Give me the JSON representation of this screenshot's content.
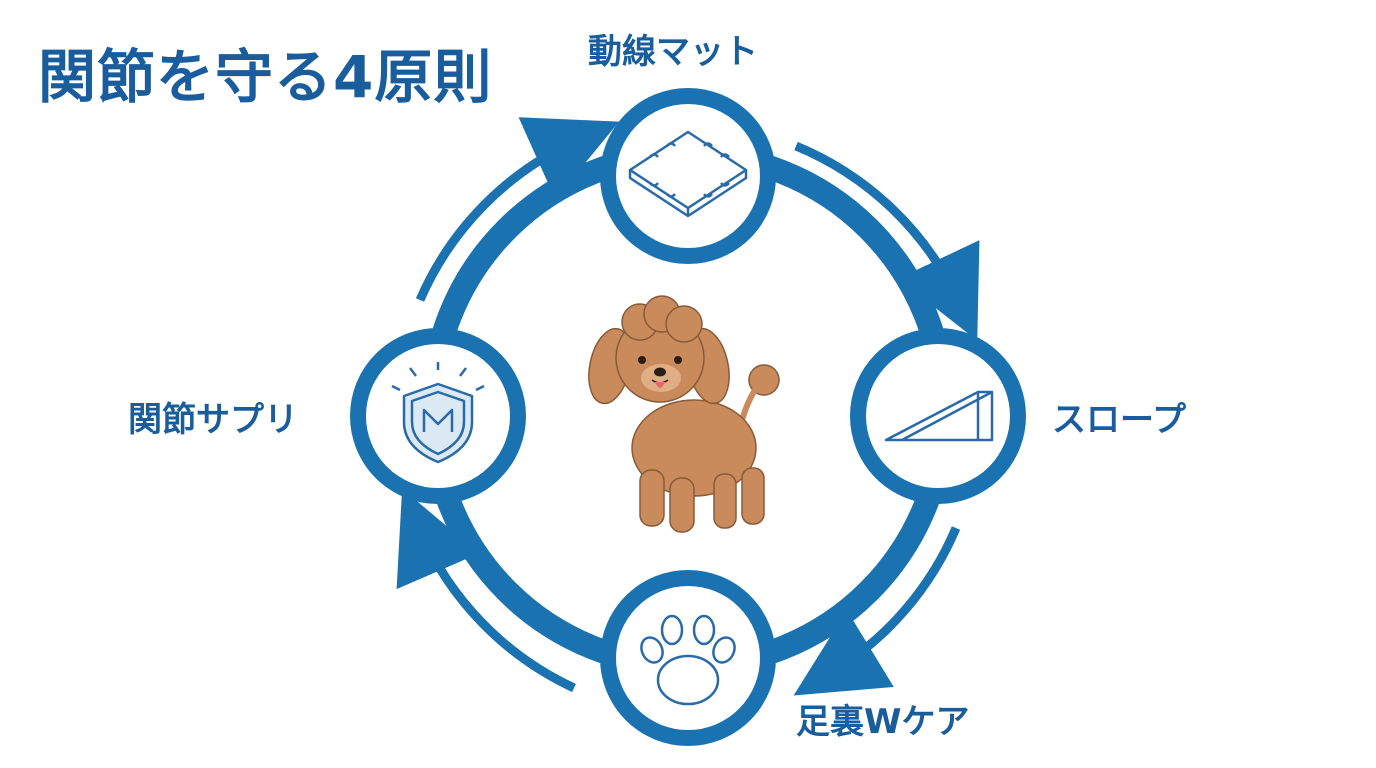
{
  "title": "関節を守る4原則",
  "nodes": {
    "top": {
      "label": "動線マット",
      "icon": "puzzle-mat-icon"
    },
    "right": {
      "label": "スロープ",
      "icon": "slope-ramp-icon"
    },
    "bottom": {
      "label": "足裏Wケア",
      "icon": "paw-print-icon"
    },
    "left": {
      "label": "関節サプリ",
      "icon": "shield-supplement-icon"
    }
  },
  "center": {
    "icon": "toy-poodle-dog-illustration"
  },
  "colors": {
    "accent": "#1a73b0",
    "title": "#1a5d9c",
    "icon_stroke": "#2a6aa8",
    "dog_fur": "#c98a5c"
  }
}
